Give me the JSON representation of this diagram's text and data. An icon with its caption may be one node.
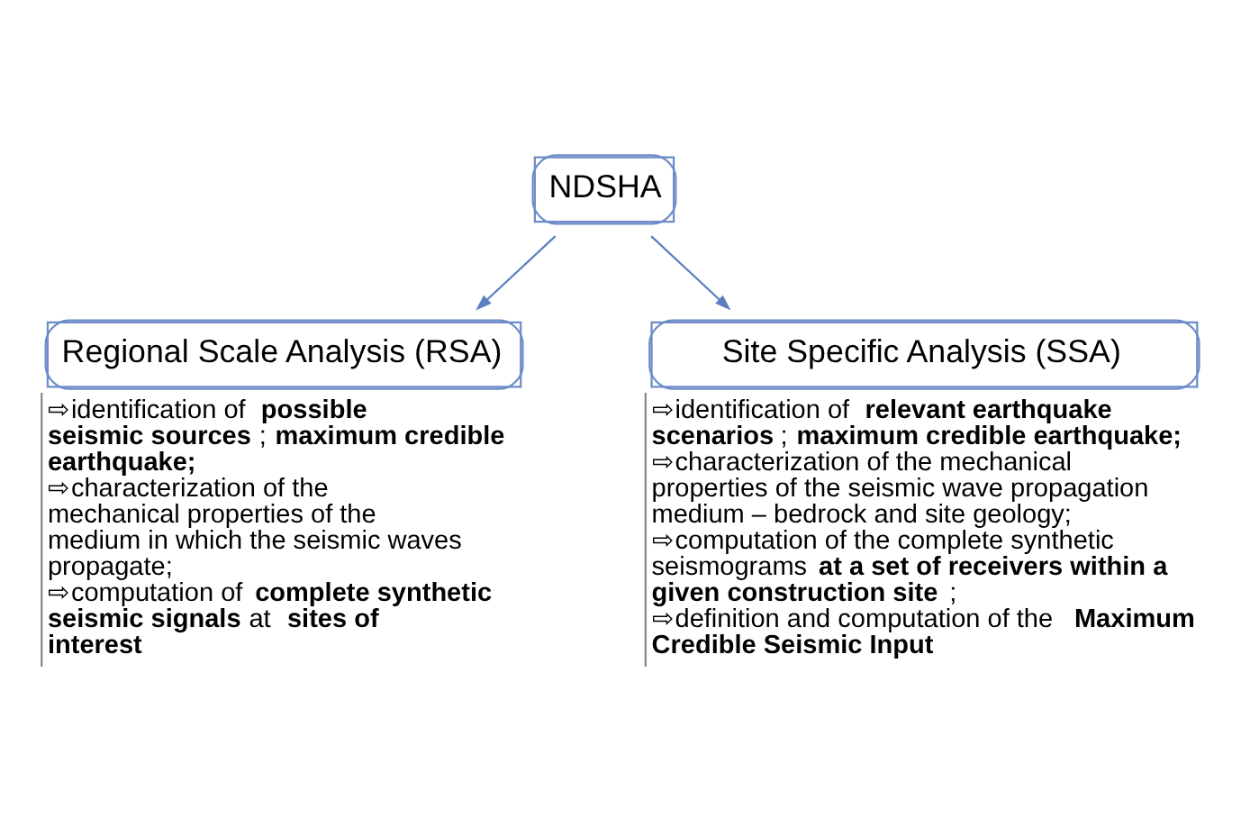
{
  "diagram": {
    "nodes": [
      {
        "text": [
          "NDSHA"
        ]
      },
      {
        "text": [
          "Regional Scale Analysis (RSA)",
          "⇨identification of **possible seismic sources**; **maximum credible earthquake;**",
          "⇨characterization of the mechanical properties of the medium in which the seismic waves propagate;",
          "⇨computation of **complete synthetic seismic signals** at **sites of interest**"
        ]
      },
      {
        "text": [
          "Site Specific Analysis (SSA)",
          "⇨identification of **relevant earthquake scenarios**; **maximum credible earthquake;**",
          "⇨characterization of the mechanical properties of the seismic wave propagation medium – bedrock and site geology;",
          "⇨computation of the complete synthetic seismograms **at a set of receivers within a given construction site**;",
          "⇨definition and computation of the **Maximum Credible Seismic Input**"
        ]
      }
    ],
    "edges": [
      {
        "from": 0,
        "to": 1,
        "arrow": "to"
      },
      {
        "from": 0,
        "to": 2,
        "arrow": "to"
      }
    ]
  }
}
